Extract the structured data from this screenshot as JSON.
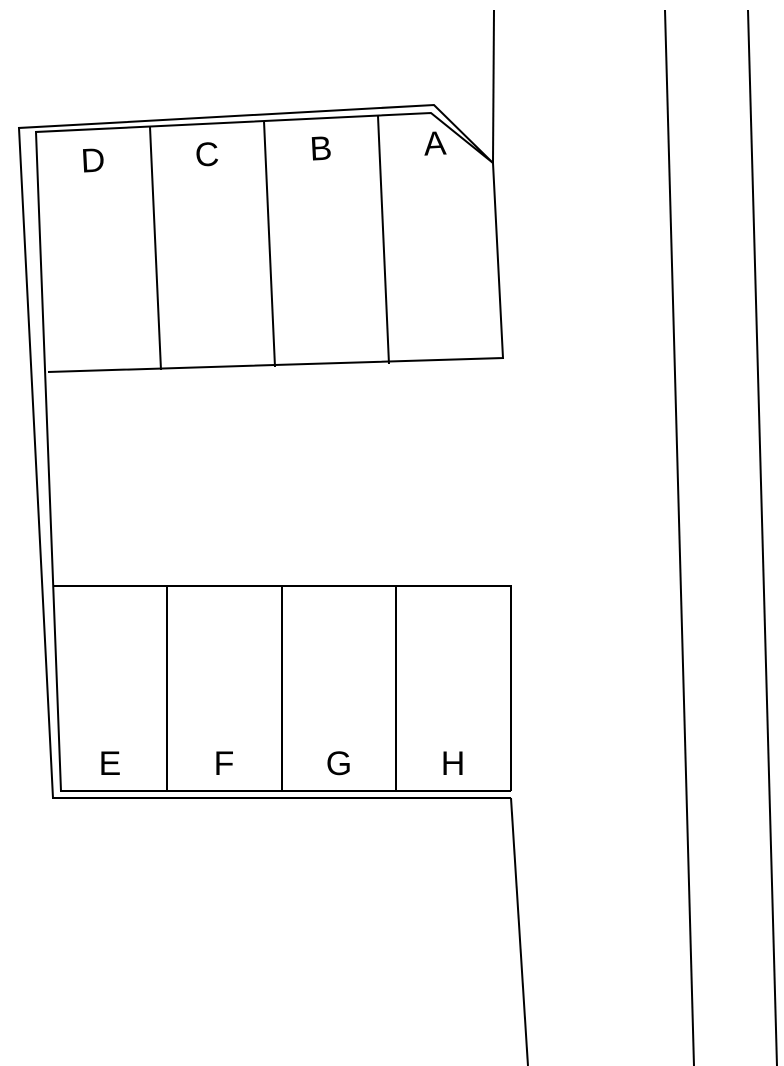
{
  "diagram": {
    "top_row_labels": [
      "D",
      "C",
      "B",
      "A"
    ],
    "bottom_row_labels": [
      "E",
      "F",
      "G",
      "H"
    ]
  }
}
